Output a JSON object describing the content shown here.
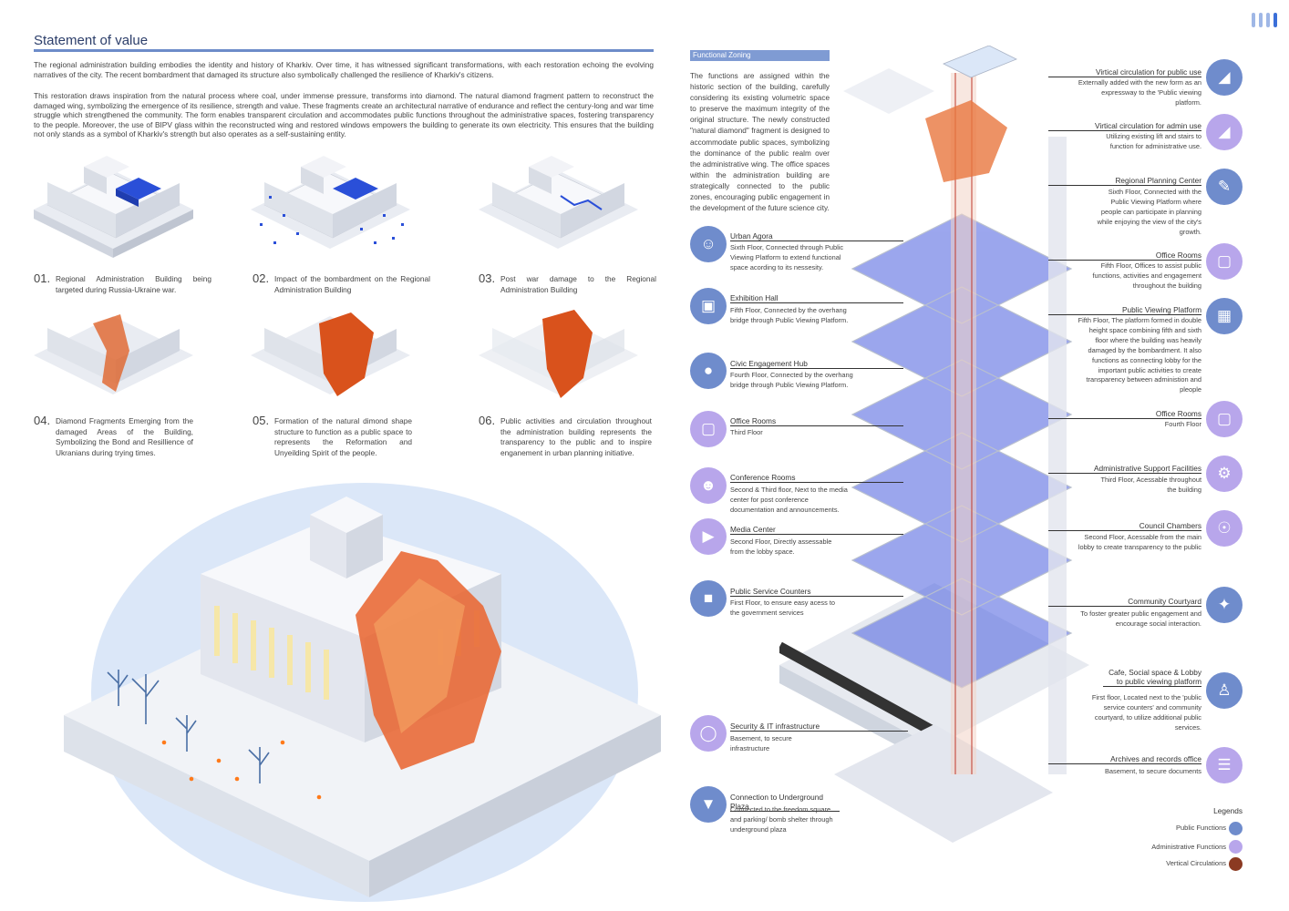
{
  "statement": {
    "title": "Statement of value",
    "para1": "The regional administration building embodies the identity and history of Kharkiv. Over time, it has witnessed significant transformations, with each restoration echoing the evolving narratives of the city. The recent bombardment that damaged its structure also symbolically challenged the resilience of Kharkiv's citizens.",
    "para2": "This restoration draws inspiration from the natural process where coal, under immense pressure, transforms into diamond. The natural diamond fragment pattern to reconstruct the damaged wing, symbolizing the emergence of its resilience, strength and value. These fragments create an architectural narrative of endurance and reflect the century-long and war time struggle which strengthened the community. The form enables transparent circulation and accommodates public functions throughout the administrative spaces, fostering transparency to the people. Moreover, the use of BIPV glass within the reconstructed wing and restored windows empowers the building to generate its own electricity. This ensures that the building not only stands as a symbol of Kharkiv's strength but also operates as a self-sustaining entity."
  },
  "steps": [
    {
      "num": "01.",
      "text": "Regional Administration Building being targeted during Russia-Ukraine war."
    },
    {
      "num": "02.",
      "text": "Impact of  the bombardment on the Regional Administration Building"
    },
    {
      "num": "03.",
      "text": "Post war damage to the Regional Administration Building"
    },
    {
      "num": "04.",
      "text": "Diamond Fragments Emerging from the damaged Areas of the Building, Symbolizing the Bond and Resillience of Ukranians during trying times."
    },
    {
      "num": "05.",
      "text": "Formation of the natural dimond shape structure to function as a public space to represents the Reformation and Unyeilding Spirit of the people."
    },
    {
      "num": "06.",
      "text": "Public activities and circulation throughout the administration building represents the transparency to the public and to inspire enganement in urban planning initiative."
    }
  ],
  "zoning": {
    "label": "Functional Zoning",
    "para": "The functions are assigned within the historic section of the building, carefully considering its existing volumetric space to preserve the maximum integrity of the original structure. The newly constructed \"natural diamond\" fragment is designed to accommodate public spaces, symbolizing the dominance of the public realm over the administrative wing. The office spaces within the administration building are strategically connected to the public zones, encouraging public engagement in the development of the future science city."
  },
  "left_functions": [
    {
      "title": "Urban Agora",
      "sub": "Sixth Floor, Connected through Public Viewing Platform to extend functional space acording to its nessesity.",
      "icon": "people-talk-icon",
      "kind": "pub"
    },
    {
      "title": "Exhibition Hall",
      "sub": "Fifth Floor, Connected by the overhang bridge through Public Viewing Platform.",
      "icon": "easel-icon",
      "kind": "pub"
    },
    {
      "title": "Civic Engagement Hub",
      "sub": "Fourth Floor, Connected by the overhang bridge through Public Viewing Platform.",
      "icon": "meeting-table-icon",
      "kind": "pub"
    },
    {
      "title": "Office Rooms",
      "sub": "Third Floor",
      "icon": "office-desk-icon",
      "kind": "adm"
    },
    {
      "title": "Conference Rooms",
      "sub": "Second & Third floor, Next to the media center for post conference documentation and announcements.",
      "icon": "conference-icon",
      "kind": "adm"
    },
    {
      "title": "Media Center",
      "sub": "Second Floor, Directly assessable from the lobby space.",
      "icon": "media-icon",
      "kind": "adm"
    },
    {
      "title": "Public Service Counters",
      "sub": "First Floor, to ensure easy acess to the government services",
      "icon": "counter-icon",
      "kind": "pub"
    },
    {
      "title": "Security & IT infrastructure",
      "sub": "Basement, to secure infrastructure",
      "icon": "shield-icon",
      "kind": "adm"
    },
    {
      "title": "Connection to Underground Plaza",
      "sub": "Connected to the freedom square and parking/ bomb shelter through underground plaza",
      "icon": "down-arrow-icon",
      "kind": "pub"
    }
  ],
  "right_functions": [
    {
      "title": "Virtical circulation for public use",
      "sub": "Externally added with the new form as an expressway to the 'Public viewing platform.",
      "icon": "stairs-icon",
      "kind": "pub"
    },
    {
      "title": "Virtical circulation for admin use",
      "sub": "Utilizing existing lift and stairs to function for administrative use.",
      "icon": "stairs-icon",
      "kind": "adm"
    },
    {
      "title": "Regional Planning Center",
      "sub": "Sixth Floor, Connected with the Public Viewing Platform where people can participate in planning while enjoying the view of the city's growth.",
      "icon": "planning-icon",
      "kind": "pub"
    },
    {
      "title": "Office Rooms",
      "sub": "Fifth Floor, Offices to assist public functions, activities and engagement throughout the building",
      "icon": "office-desk-icon",
      "kind": "adm"
    },
    {
      "title": "Public Viewing Platform",
      "sub": "Fifth Floor, The platform  formed in double height space combining fifth and sixth floor where the building was heavily damaged by the bombardment. It also functions as connecting lobby for the important public activities  to create transparency between administion and pleople",
      "icon": "platform-icon",
      "kind": "pub"
    },
    {
      "title": "Office Rooms",
      "sub": "Fourth Floor",
      "icon": "office-desk-icon",
      "kind": "adm"
    },
    {
      "title": "Administrative Support Facilities",
      "sub": "Third Floor, Acessable throughout the building",
      "icon": "gear-icon",
      "kind": "adm"
    },
    {
      "title": "Council Chambers",
      "sub": "Second Floor, Acessable from the main lobby to create transparency to the public",
      "icon": "chamber-icon",
      "kind": "adm"
    },
    {
      "title": "Community Courtyard",
      "sub": "To foster greater public engagement and encourage social interaction.",
      "icon": "stars-icon",
      "kind": "pub"
    },
    {
      "title": "Cafe, Social space & Lobby to public viewing platform",
      "sub": "First floor, Located next to the 'public service counters' and community courtyard, to utilize additional public services.",
      "icon": "group-icon",
      "kind": "pub"
    },
    {
      "title": "Archives and records office",
      "sub": "Basement, to secure documents",
      "icon": "documents-icon",
      "kind": "adm"
    }
  ],
  "legend": {
    "title": "Legends",
    "items": [
      {
        "label": "Public Functions",
        "color": "#6f8ccc"
      },
      {
        "label": "Administrative Functions",
        "color": "#b8a6eb"
      },
      {
        "label": "Vertical Circulations",
        "color": "#8b3a22"
      }
    ]
  }
}
